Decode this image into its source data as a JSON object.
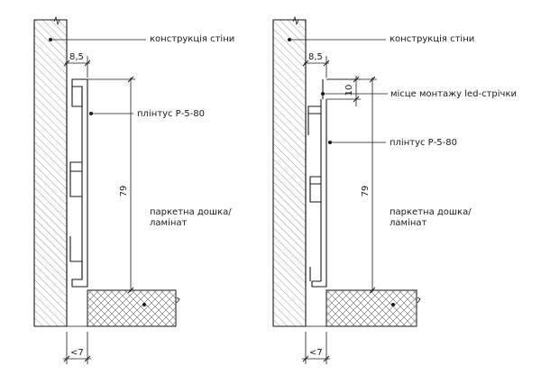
{
  "left": {
    "wall_label": "конструкція стіни",
    "profile_label": "плінтус Р-5-80",
    "floor_label_1": "паркетна дошка/",
    "floor_label_2": "ламінат",
    "dim_top": "8,5",
    "dim_height": "79",
    "dim_bottom": "<7"
  },
  "right": {
    "wall_label": "конструкція стіни",
    "led_label": "місце монтажу led-стрічки",
    "profile_label": "плінтус Р-5-80",
    "floor_label_1": "паркетна дошка/",
    "floor_label_2": "ламінат",
    "dim_top": "8,5",
    "dim_led": "10",
    "dim_height": "79",
    "dim_bottom": "<7"
  },
  "colors": {
    "line": "#1a1a1a",
    "hatch": "#555555"
  }
}
